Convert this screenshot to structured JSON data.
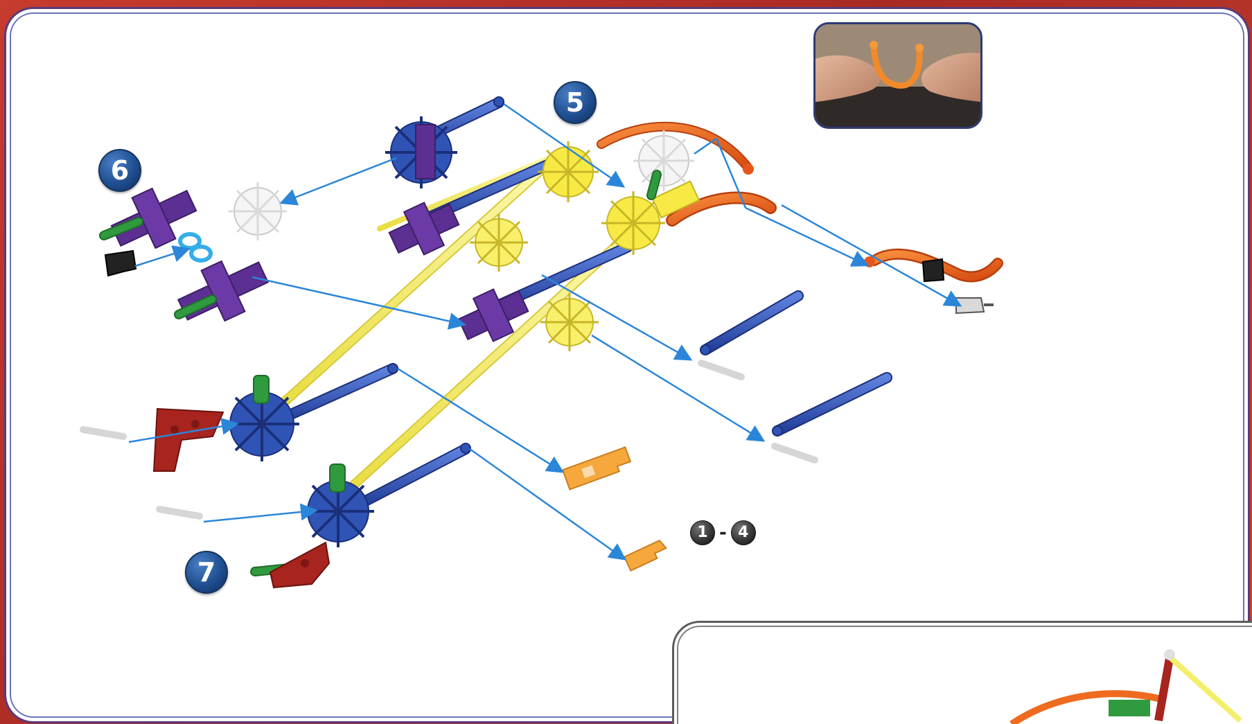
{
  "steps": {
    "step5": "5",
    "step6": "6",
    "step7": "7"
  },
  "range": {
    "from": "1",
    "separator": "-",
    "to": "4"
  },
  "colors": {
    "background_red": "#b9342a",
    "rod_blue": "#2f54b5",
    "rod_yellow": "#f3ef6a",
    "connector_purple": "#5c2f93",
    "connector_red": "#a7241f",
    "connector_green": "#2f9a3e",
    "connector_white": "#f2f2f2",
    "connector_yellow": "#f6ec56",
    "track_orange": "#ee6b1f",
    "clip_orange": "#f6a83d",
    "arrow_blue": "#2b86d9"
  },
  "icons": {
    "arrow": "blue-arrow-icon",
    "photo": "hand-bending-track-photo"
  }
}
